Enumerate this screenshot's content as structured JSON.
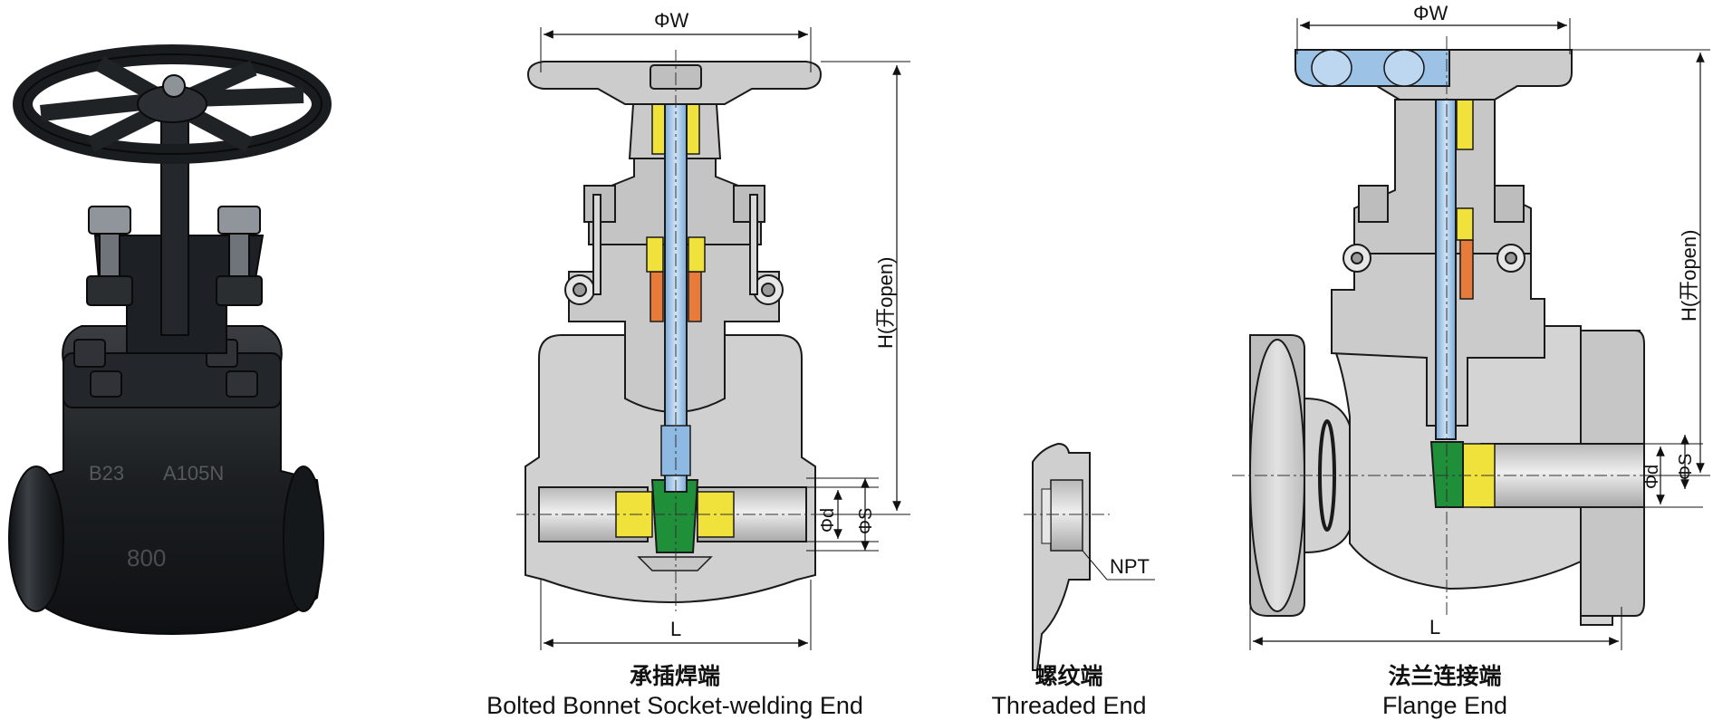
{
  "photo": {
    "marks": [
      "B23",
      "A105N",
      "800"
    ]
  },
  "socket": {
    "phi_w": "ΦW",
    "h_open": "H(开open)",
    "phi_d": "Φd",
    "phi_s": "ΦS",
    "l": "L",
    "caption_cn": "承插焊端",
    "caption_en": "Bolted Bonnet Socket-welding End"
  },
  "threaded": {
    "npt": "NPT",
    "caption_cn": "螺纹端",
    "caption_en": "Threaded End"
  },
  "flange": {
    "phi_w": "ΦW",
    "h_open": "H(开open)",
    "phi_d": "Φd",
    "phi_s": "ΦS",
    "l": "L",
    "caption_cn": "法兰连接端",
    "caption_en": "Flange End"
  },
  "colors": {
    "body": "#cfcfcf",
    "stem": "#9cc3e6",
    "packing": "#f0e23a",
    "gland_packing": "#e87a3a",
    "wedge": "#1f8f3a",
    "outline": "#1a1a1a",
    "photo_metal": "#1e2124"
  }
}
